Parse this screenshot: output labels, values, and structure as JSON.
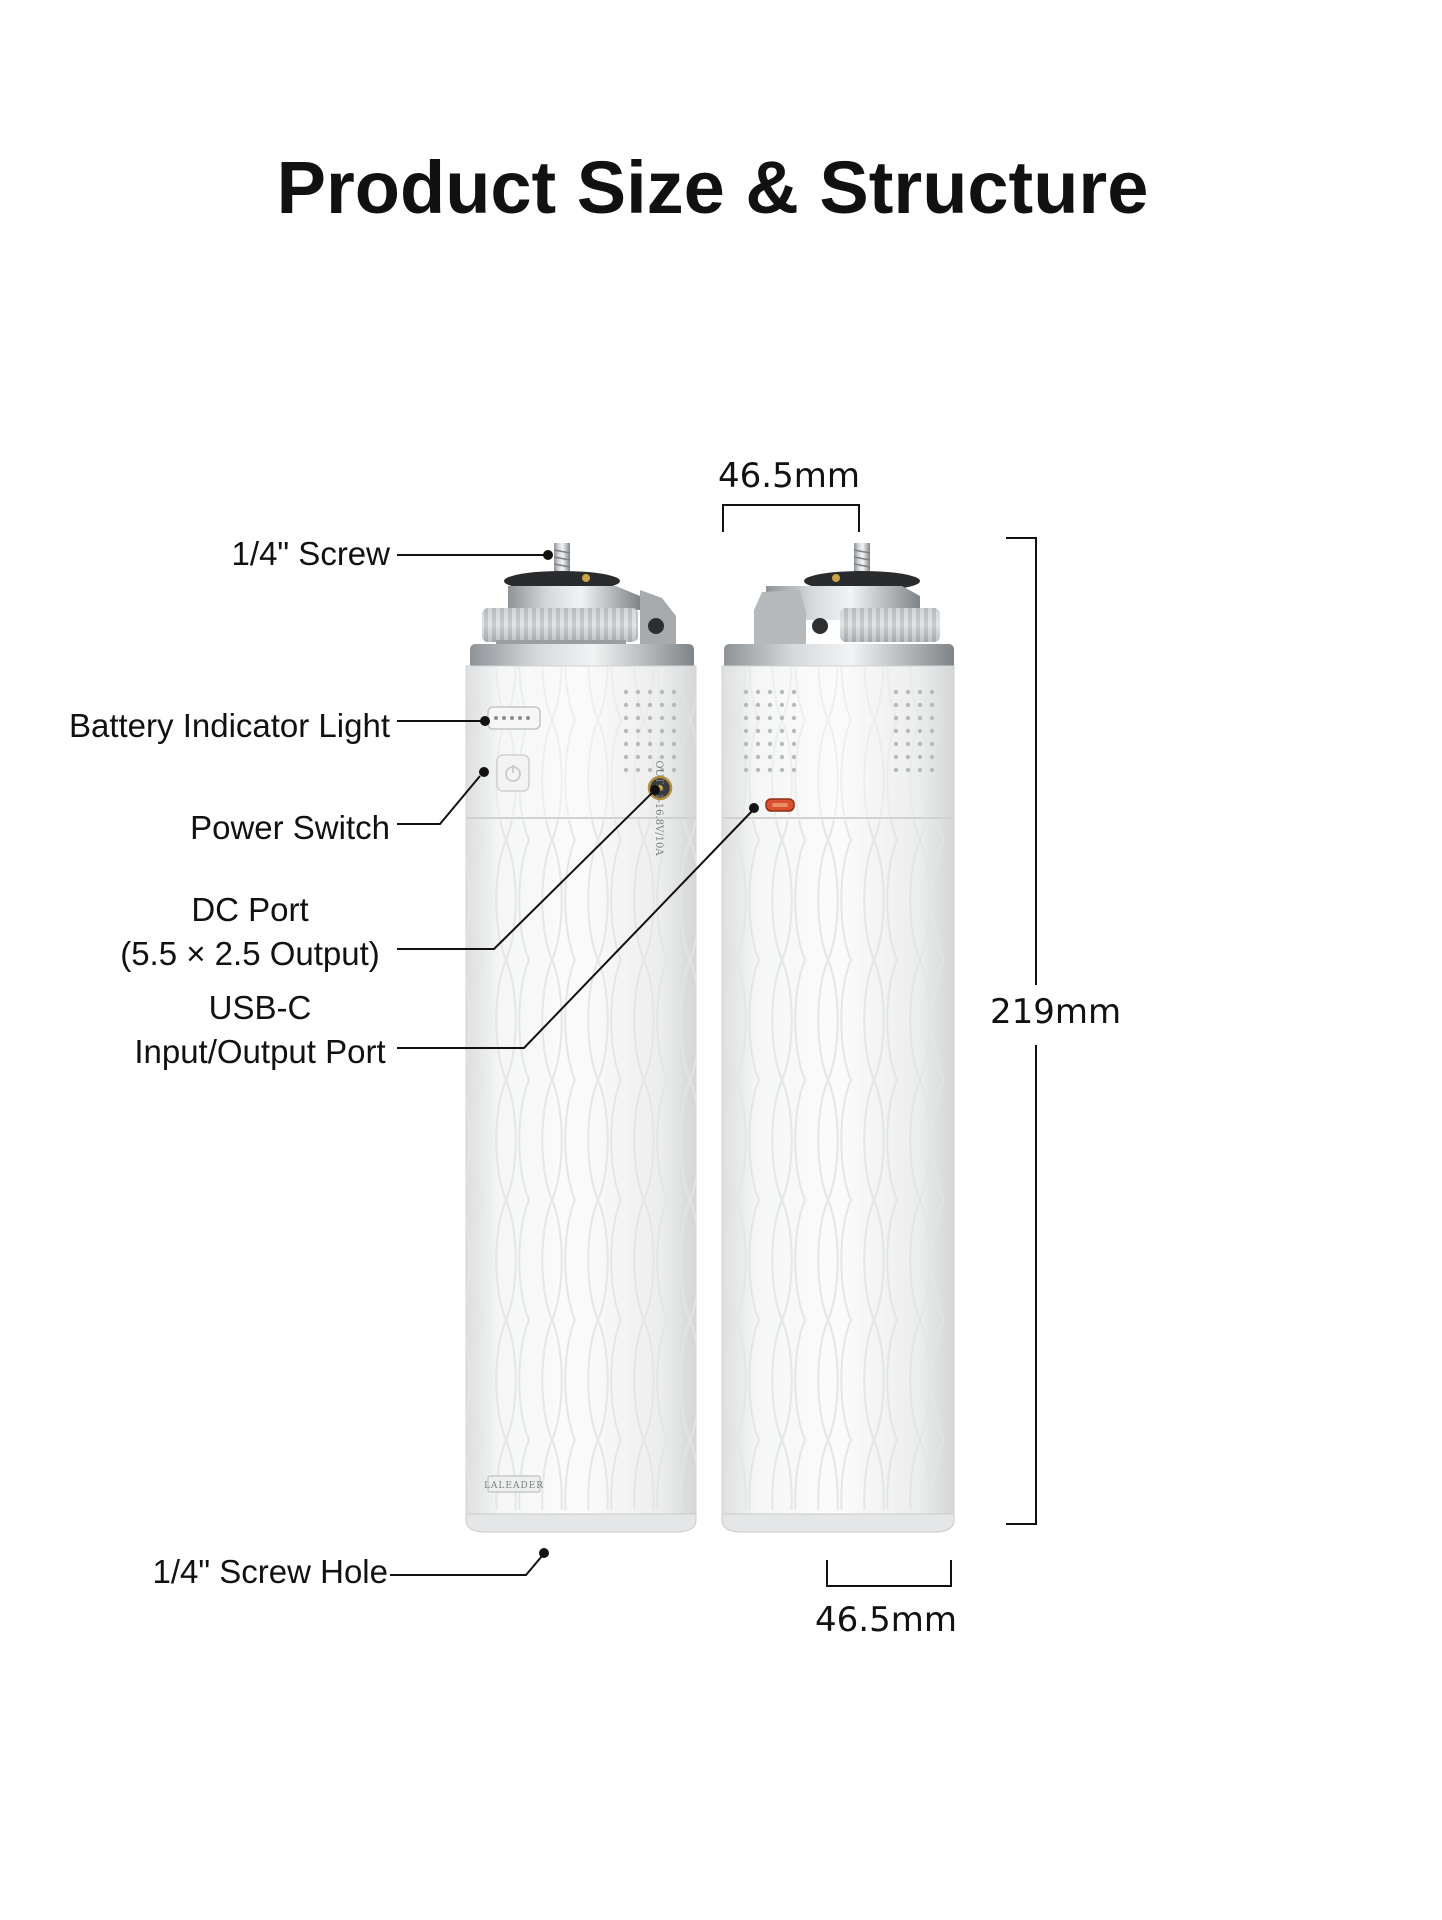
{
  "title": "Product Size & Structure",
  "labels": {
    "screw": "1/4\" Screw",
    "battery_indicator": "Battery Indicator Light",
    "power_switch": "Power Switch",
    "dc_port_line1": "DC Port",
    "dc_port_line2": "(5.5 × 2.5 Output)",
    "usbc_line1": "USB-C",
    "usbc_line2": "Input/Output Port",
    "screw_hole": "1/4\" Screw Hole"
  },
  "dimensions": {
    "top_width": "46.5mm",
    "height": "219mm",
    "bottom_width": "46.5mm"
  },
  "device_markings": {
    "dc_port_text": "OUT:11-16.8V/10A",
    "brand_plate": "LALEADER"
  },
  "colors": {
    "body": "#f2f3f3",
    "metal": "#b8bcbf",
    "text": "#111111"
  }
}
